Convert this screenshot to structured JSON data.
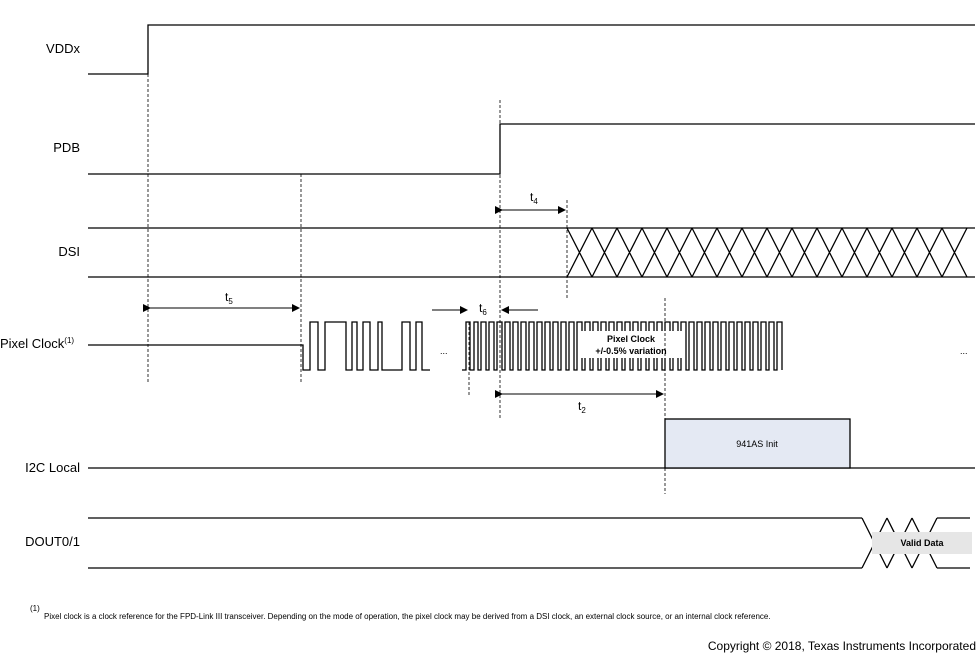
{
  "signals": {
    "vddx": "VDDx",
    "pdb": "PDB",
    "dsi": "DSI",
    "pixel_clock": "Pixel Clock",
    "pixel_clock_note": "(1)",
    "i2c_local": "I2C Local",
    "dout": "DOUT0/1"
  },
  "timings": {
    "t4": {
      "main": "t",
      "sub": "4"
    },
    "t5": {
      "main": "t",
      "sub": "5"
    },
    "t6": {
      "main": "t",
      "sub": "6"
    },
    "t2": {
      "main": "t",
      "sub": "2"
    }
  },
  "annotations": {
    "pixel_clock_line1": "Pixel Clock",
    "pixel_clock_line2": "+/-0.5% variation",
    "init_box": "941AS Init",
    "valid_data": "Valid Data",
    "ellipsis": "..."
  },
  "footnote": {
    "marker": "(1)",
    "text": "Pixel clock is a clock reference for the FPD-Link III transceiver.  Depending on the mode of operation, the pixel clock may be derived from a DSI clock, an external clock source, or an internal  clock reference."
  },
  "copyright": "Copyright © 2018, Texas Instruments Incorporated",
  "colors": {
    "init_box_fill": "#e4e9f3",
    "valid_data_fill": "#e6e6e6"
  }
}
